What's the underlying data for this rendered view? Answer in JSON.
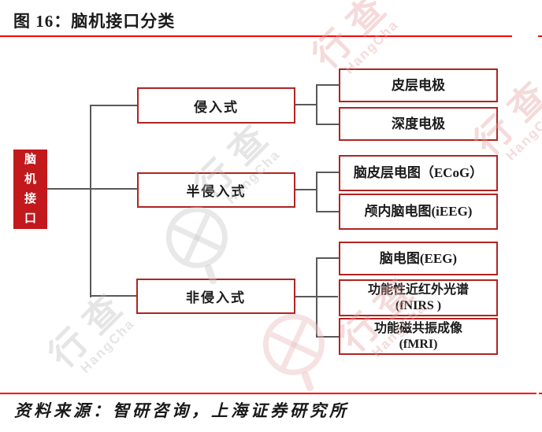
{
  "figure": {
    "title": "图 16：脑机接口分类",
    "source_note": "资料来源：智研咨询，上海证券研究所"
  },
  "tree": {
    "root": {
      "label": "脑机接口",
      "label_vertical": "脑\n机\n接\n口"
    },
    "branches": [
      {
        "label": "侵入式",
        "children": [
          {
            "line1": "皮层电极",
            "line2": ""
          },
          {
            "line1": "深度电极",
            "line2": ""
          }
        ]
      },
      {
        "label": "半侵入式",
        "children": [
          {
            "line1": "脑皮层电图（ECoG）",
            "line2": ""
          },
          {
            "line1": "颅内脑电图(iEEG)",
            "line2": ""
          }
        ]
      },
      {
        "label": "非侵入式",
        "children": [
          {
            "line1": "脑电图(EEG)",
            "line2": ""
          },
          {
            "line1": "功能性近红外光谱",
            "line2": "(fNIRS )"
          },
          {
            "line1": "功能磁共振成像",
            "line2": "(fMRI)"
          }
        ]
      }
    ]
  },
  "watermark": {
    "cn": "行查",
    "en": "HangCha"
  },
  "colors": {
    "rule_red": "#fe0000",
    "box_border_red": "#b02421",
    "root_fill_red": "#c2191d",
    "connector_gray": "#595959",
    "text_black": "#1a1a1a",
    "root_text_white": "#ffffff"
  }
}
